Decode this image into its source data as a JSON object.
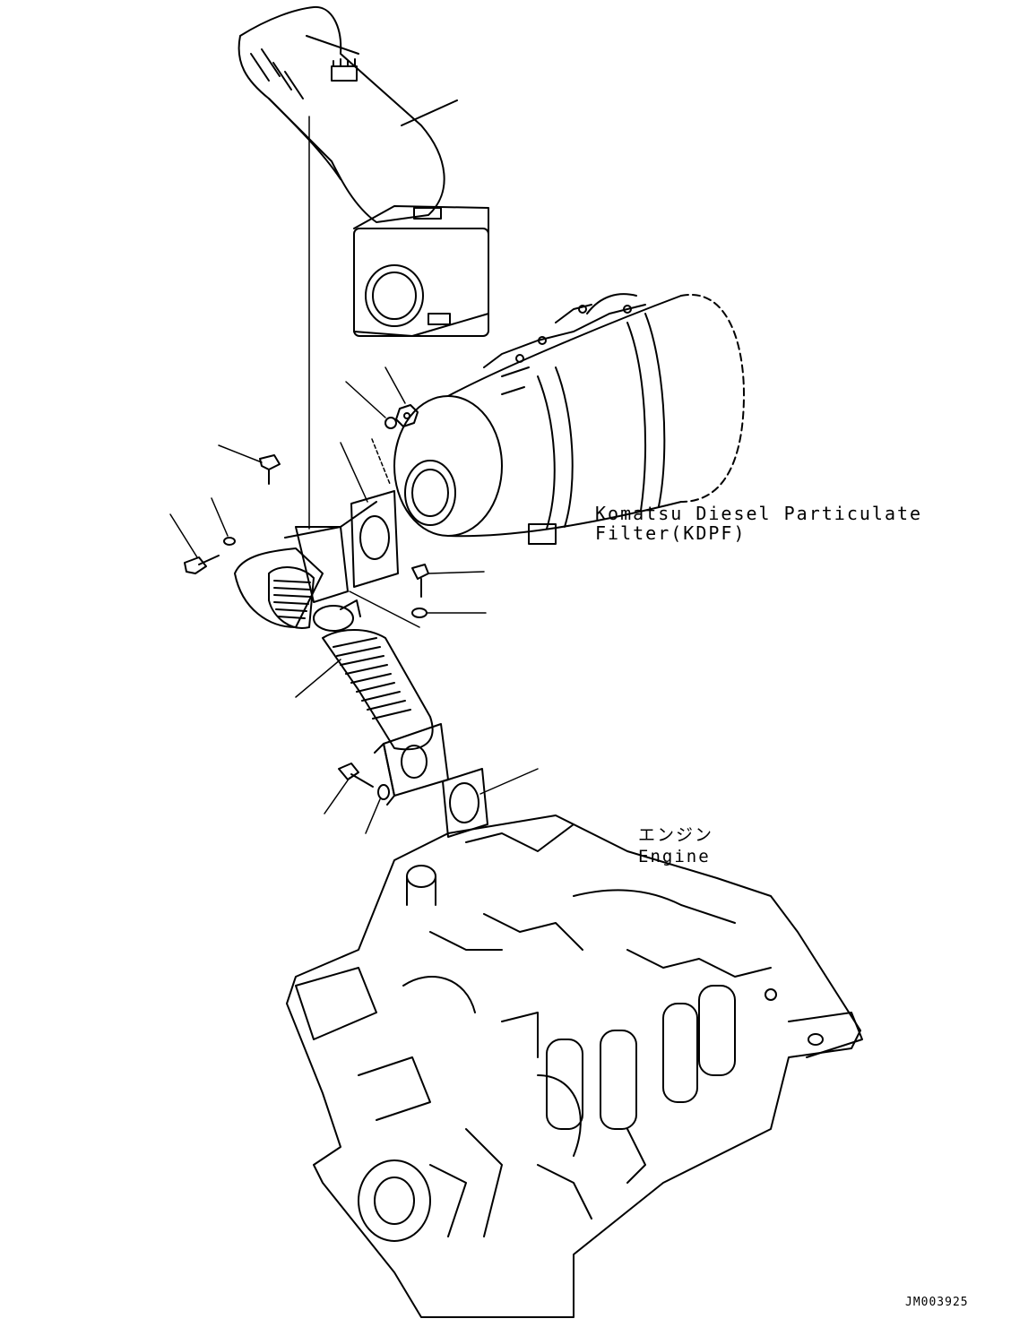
{
  "labels": {
    "kdpf_line1": "Komatsu Diesel Particulate",
    "kdpf_line2": "Filter(KDPF)",
    "engine_jp": "エンジン",
    "engine_en": "Engine"
  },
  "drawing_id": "JM003925"
}
